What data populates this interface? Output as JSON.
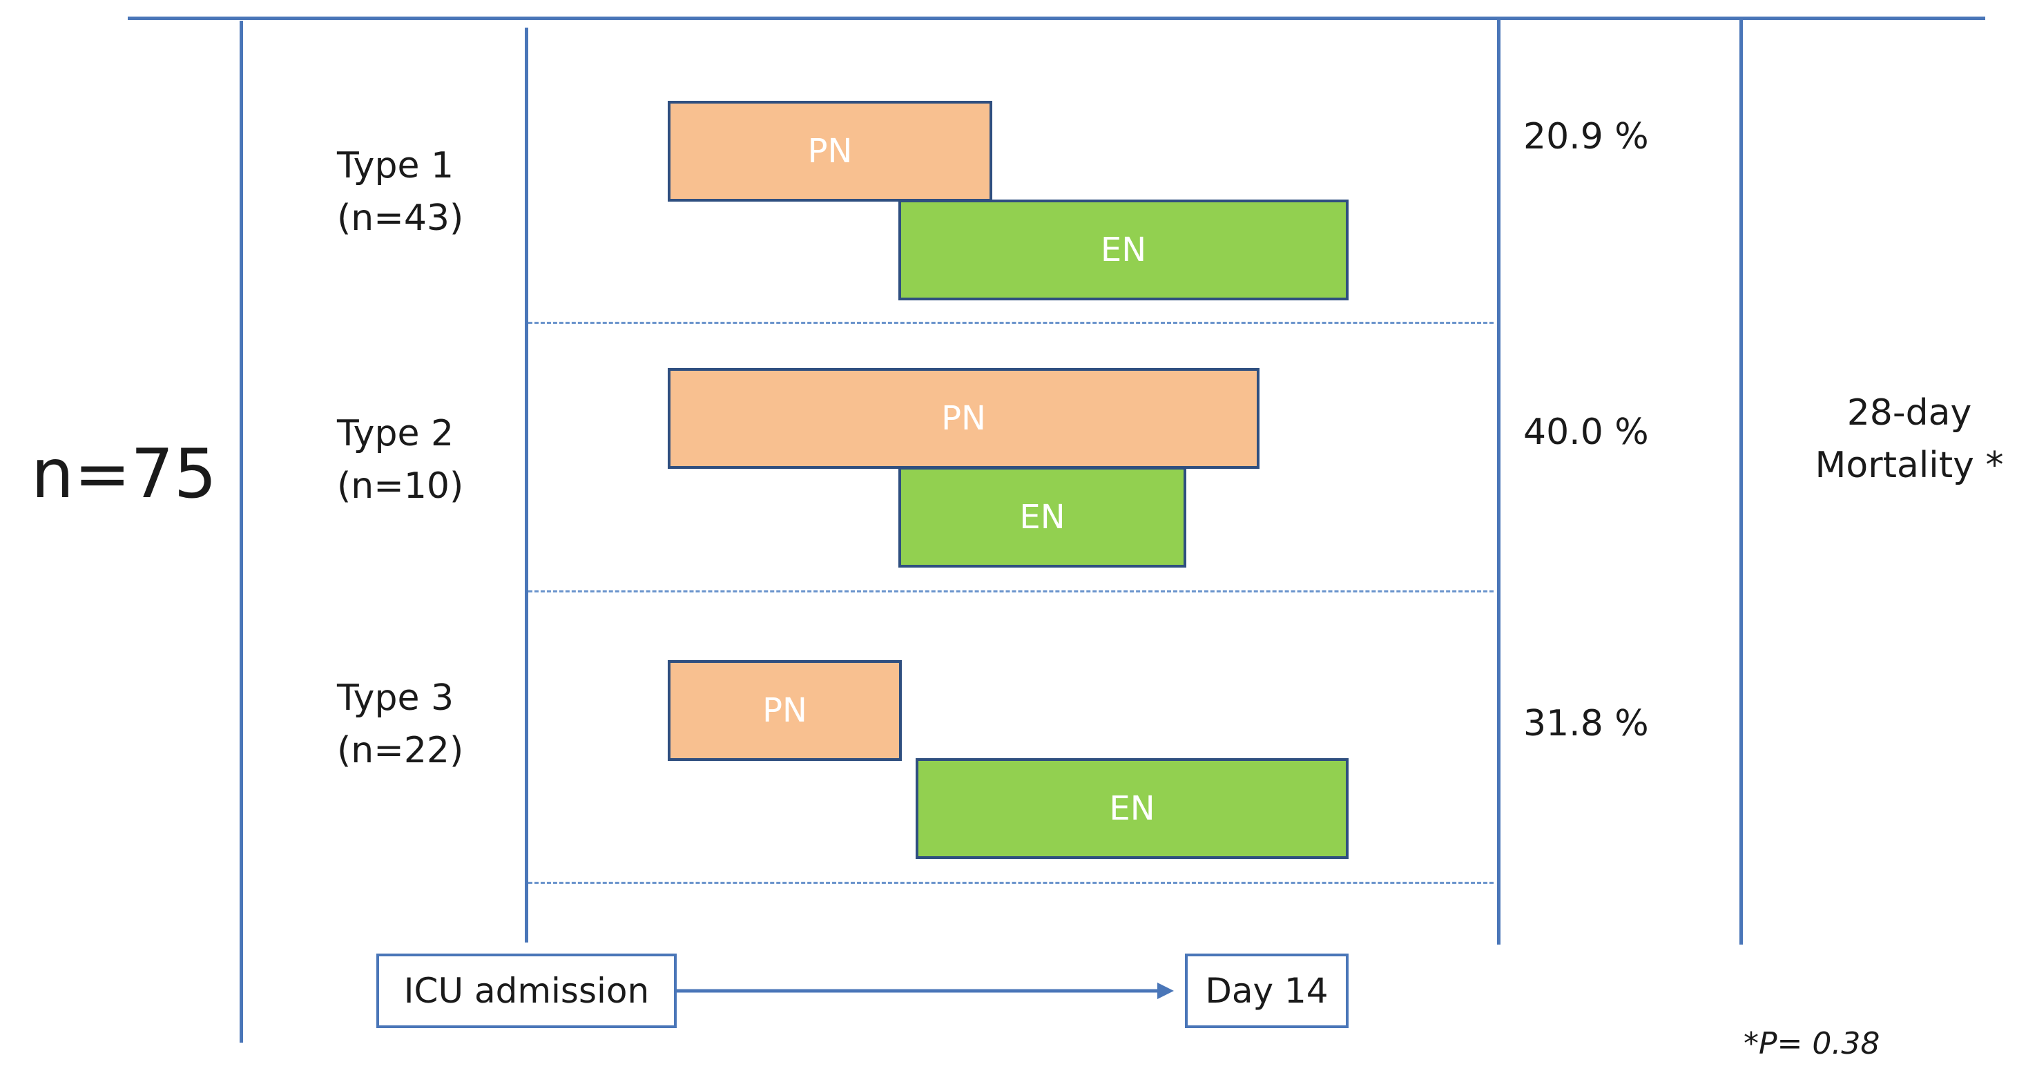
{
  "total": "n=75",
  "groups": [
    {
      "type": "Type 1",
      "n": "(n=43)",
      "pn": "PN",
      "en": "EN",
      "mortality": "20.9 %"
    },
    {
      "type": "Type 2",
      "n": "(n=10)",
      "pn": "PN",
      "en": "EN",
      "mortality": "40.0 %"
    },
    {
      "type": "Type 3",
      "n": "(n=22)",
      "pn": "PN",
      "en": "EN",
      "mortality": "31.8 %"
    }
  ],
  "outcome_label": [
    "28-day",
    "Mortality *"
  ],
  "timeline": {
    "start": "ICU admission",
    "end": "Day 14"
  },
  "p_value": "*P= 0.38",
  "colors": {
    "pn": "#f8c090",
    "en": "#92d050",
    "lines": "#4a76b8"
  }
}
